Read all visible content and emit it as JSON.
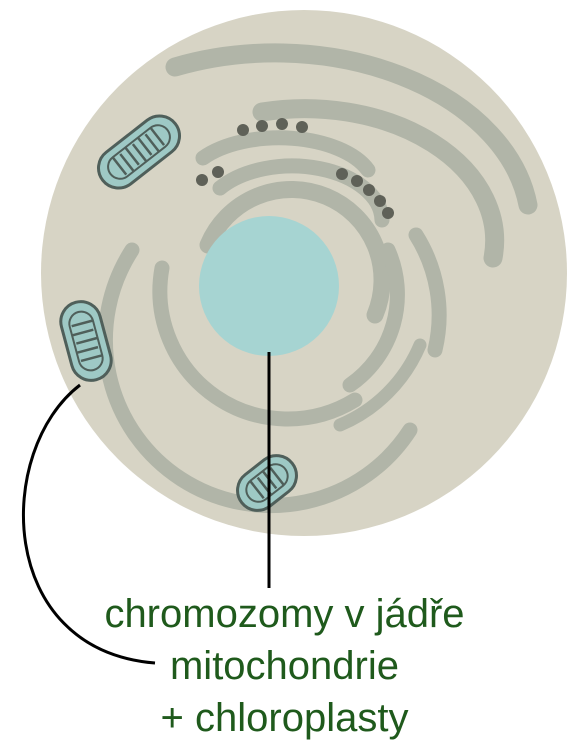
{
  "labels": {
    "nucleus_chromosomes": "chromozomy v jádře",
    "mitochondria": "mitochondrie",
    "chloroplasts": "+ chloroplasty"
  },
  "colors": {
    "cytoplasm": "#d7d4c5",
    "organelle_gray": "#b1b5a8",
    "nucleus": "#a6d4d2",
    "mitochondrion_fill": "#9ec9c5",
    "mitochondrion_outline": "#4f5f5a",
    "chromatin_dots": "#5f6158",
    "label_text": "#1f5a1c",
    "pointer_line": "#000000"
  }
}
